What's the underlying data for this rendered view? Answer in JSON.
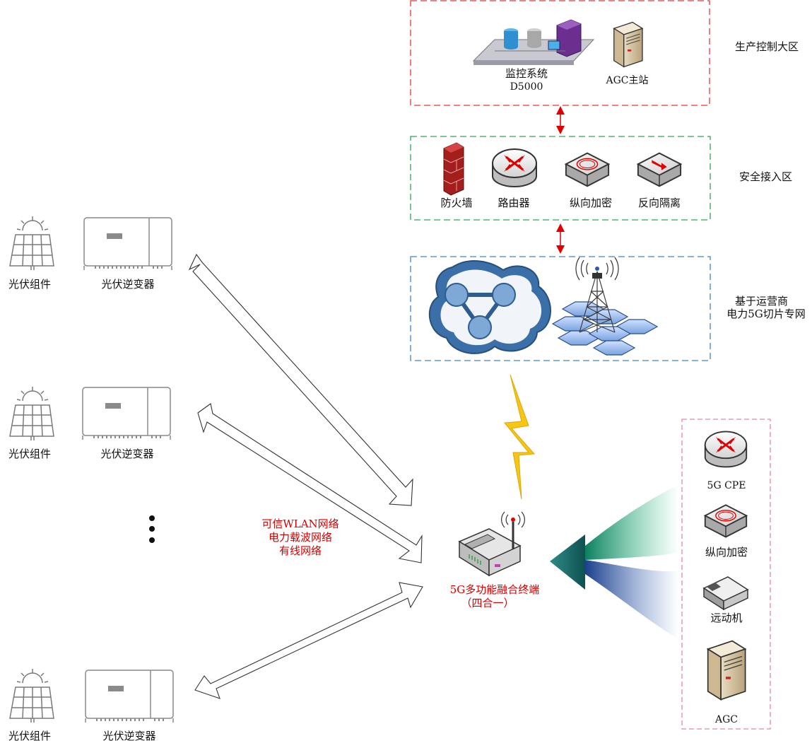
{
  "zones": {
    "production": "生产控制大区",
    "security": "安全接入区",
    "slice_line1": "基于运营商",
    "slice_line2": "电力5G切片专网"
  },
  "production_devices": {
    "monitor_line1": "监控系统",
    "monitor_line2": "D5000",
    "agc_master": "AGC主站"
  },
  "security_devices": {
    "firewall": "防火墙",
    "router": "路由器",
    "encryption": "纵向加密",
    "isolation": "反向隔离"
  },
  "pv_rows": [
    {
      "module": "光伏组件",
      "inverter": "光伏逆变器"
    },
    {
      "module": "光伏组件",
      "inverter": "光伏逆变器"
    },
    {
      "module": "光伏组件",
      "inverter": "光伏逆变器"
    }
  ],
  "network_labels": {
    "line1": "可信WLAN网络",
    "line2": "电力载波网络",
    "line3": "有线网络"
  },
  "terminal": {
    "line1": "5G多功能融合终端",
    "line2": "（四合一）"
  },
  "station_devices": {
    "cpe": "5G CPE",
    "encryption": "纵向加密",
    "rtu": "远动机",
    "agc": "AGC"
  },
  "colors": {
    "production_border": "#e23b3b",
    "security_border": "#2ea35b",
    "slice_border": "#3e86c6",
    "station_border": "#e08aa0",
    "label_red": "#d40000",
    "link_arrow": "#e00000",
    "lightning": "#f5c518"
  }
}
